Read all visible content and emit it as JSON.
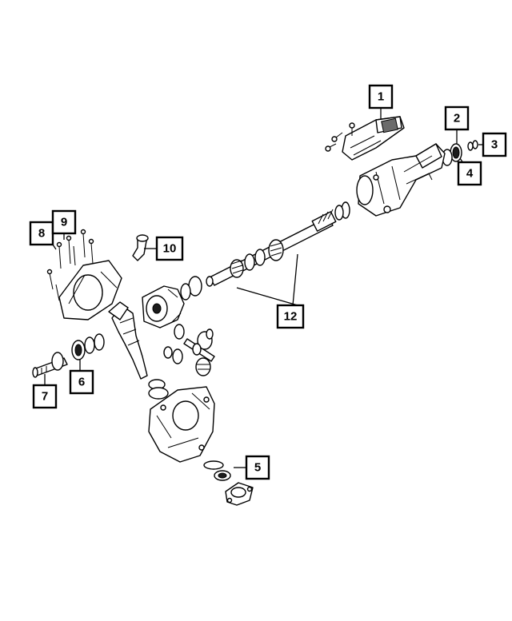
{
  "callouts": [
    {
      "id": "c1",
      "label": "1"
    },
    {
      "id": "c2",
      "label": "2"
    },
    {
      "id": "c3",
      "label": "3"
    },
    {
      "id": "c4",
      "label": "4"
    },
    {
      "id": "c5",
      "label": "5"
    },
    {
      "id": "c6",
      "label": "6"
    },
    {
      "id": "c7",
      "label": "7"
    },
    {
      "id": "c8",
      "label": "8"
    },
    {
      "id": "c9",
      "label": "9"
    },
    {
      "id": "c10",
      "label": "10"
    },
    {
      "id": "c12",
      "label": "12"
    }
  ],
  "colors": {
    "line": "#000000",
    "background": "#ffffff",
    "shade": "#6b6b6b"
  }
}
